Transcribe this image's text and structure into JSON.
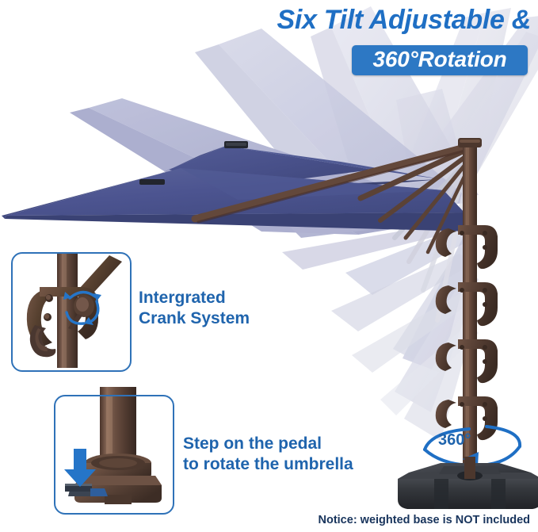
{
  "headline": {
    "line1": "Six Tilt Adjustable &",
    "badge": "360°Rotation"
  },
  "callouts": [
    {
      "id": "crank",
      "line1": "Intergrated",
      "line2": "Crank System",
      "icon": "rotate-arrows-icon"
    },
    {
      "id": "pedal",
      "line1": "Step on the pedal",
      "line2": "to rotate the umbrella",
      "icon": "down-arrow-icon"
    }
  ],
  "rotation": {
    "label": "360°"
  },
  "notice": {
    "text": "Notice: weighted base is NOT included"
  },
  "colors": {
    "accent_blue": "#1f6fc4",
    "badge_blue": "#2d78c4",
    "text_blue": "#1f64ad",
    "notice_navy": "#18345c",
    "canopy_navy": "#464f87",
    "canopy_navy_light": "#5a639b",
    "pole_brown": "#5a4238",
    "base_charcoal": "#2e3136",
    "ghost_violet": "#9a9cc4",
    "box_border": "#2f72b8"
  },
  "product": {
    "canopy_tiers": 2,
    "tilt_positions": 6,
    "bracket_count": 4
  }
}
